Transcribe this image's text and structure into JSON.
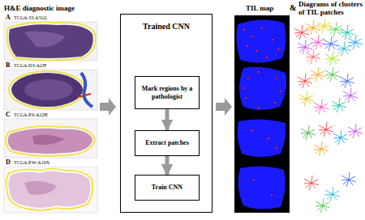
{
  "diagram": {
    "nodes": [
      {
        "text": [
          "Trained CNN"
        ]
      },
      {
        "text": [
          "Mark regions by a pathologist"
        ],
        "in": 0
      },
      {
        "text": [
          "Extract patches"
        ],
        "in": 0
      },
      {
        "text": [
          "Train CNN"
        ],
        "in": 0
      }
    ],
    "edges": [
      {
        "from": 1,
        "to": 2,
        "arrow": "to"
      },
      {
        "from": 2,
        "to": 3,
        "arrow": "to"
      }
    ],
    "labels": [
      "H&E diagnostic image",
      "A",
      "TCGA-33-A5GL",
      "B",
      "TCGA-D3-A2JF",
      "C",
      "TCGA-E9-A22H",
      "D",
      "TCGA-EW-A10X",
      "TIL map",
      "&",
      "Diagrams of clusters of TIL patches"
    ]
  }
}
